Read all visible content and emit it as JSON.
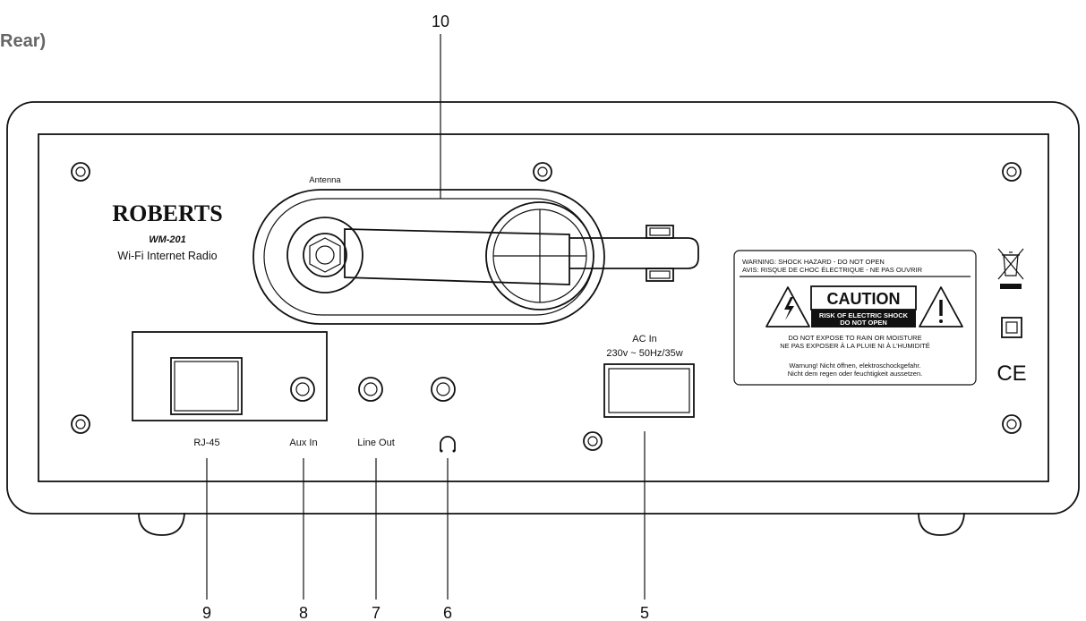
{
  "diagram": {
    "section_title": "Rear)",
    "brand": "ROBERTS",
    "model": "WM-201",
    "subtitle": "Wi-Fi Internet Radio",
    "antenna_label": "Antenna",
    "ports": {
      "rj45": "RJ-45",
      "aux_in": "Aux In",
      "line_out": "Line Out"
    },
    "ac": {
      "label": "AC In",
      "rating": "230v ~ 50Hz/35w"
    },
    "warning": {
      "line1": "WARNING: SHOCK HAZARD - DO NOT OPEN",
      "line2": "AVIS: RISQUE DE CHOC ÉLECTRIQUE - NE PAS OUVRIR",
      "caution": "CAUTION",
      "caution_sub1": "RISK OF ELECTRIC SHOCK",
      "caution_sub2": "DO NOT OPEN",
      "line3": "DO NOT EXPOSE TO RAIN OR MOISTURE",
      "line4": "NE PAS EXPOSER À LA PLUIE NI À L'HUMIDITÉ",
      "line5": "Warnung! Nicht öffnen, elektroschockgefahr.",
      "line6": "Nicht dem regen oder feuchtigkeit aussetzen."
    },
    "ce_mark": "CE",
    "callouts": [
      "10",
      "9",
      "8",
      "7",
      "6",
      "5"
    ]
  },
  "icons": {
    "headphone": "headphone-icon",
    "weee": "crossed-bin-icon",
    "double_insulation": "double-square-icon",
    "lightning_triangle": "lightning-warning-icon",
    "exclamation_triangle": "exclamation-warning-icon",
    "screw": "screw-icon"
  },
  "colors": {
    "line": "#111111",
    "section_title": "#666666"
  }
}
